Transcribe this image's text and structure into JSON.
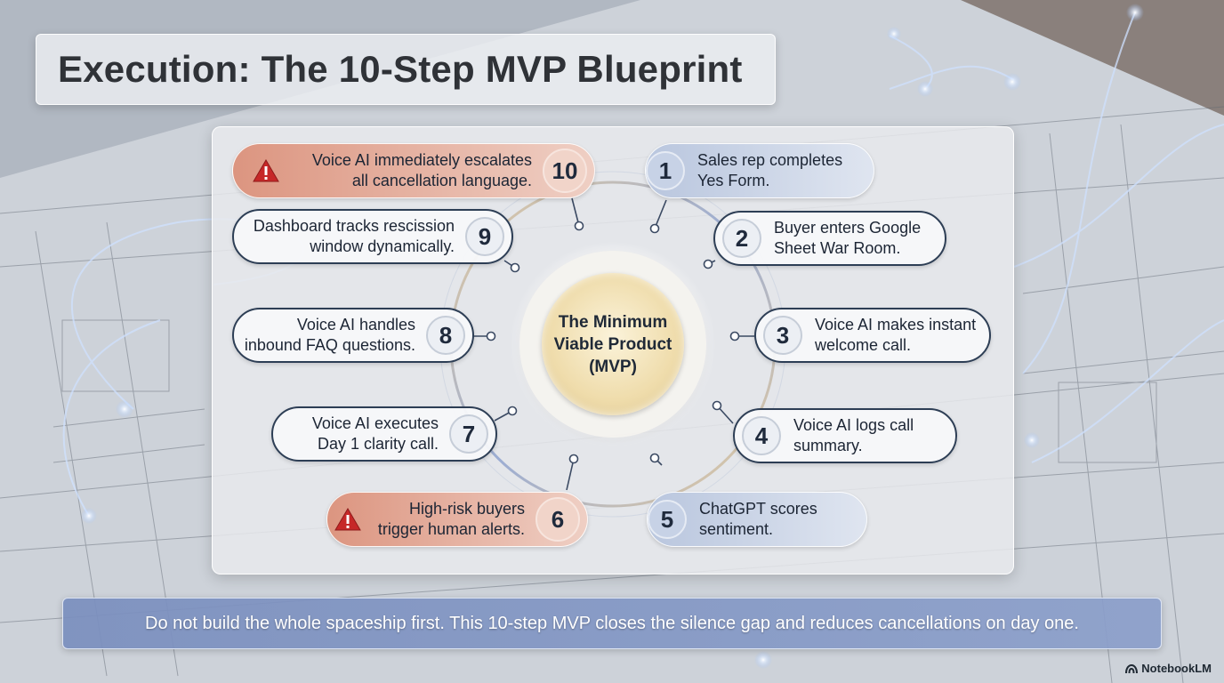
{
  "title": "Execution: The 10-Step MVP Blueprint",
  "hub": {
    "label": "The Minimum Viable Product (MVP)"
  },
  "steps": [
    {
      "number": "1",
      "text": "Sales rep completes Yes Form."
    },
    {
      "number": "2",
      "text": "Buyer enters Google Sheet War Room."
    },
    {
      "number": "3",
      "text": "Voice AI makes instant welcome call."
    },
    {
      "number": "4",
      "text": "Voice AI logs call summary."
    },
    {
      "number": "5",
      "text": "ChatGPT scores sentiment."
    },
    {
      "number": "6",
      "text": "High-risk buyers trigger human alerts."
    },
    {
      "number": "7",
      "text": "Voice AI executes Day 1 clarity call."
    },
    {
      "number": "8",
      "text": "Voice AI handles inbound FAQ questions."
    },
    {
      "number": "9",
      "text": "Dashboard tracks rescission window dynamically."
    },
    {
      "number": "10",
      "text": "Voice AI immediately escalates all cancellation language."
    }
  ],
  "caption": "Do not build the whole spaceship first. This 10-step MVP closes the silence gap and reduces cancellations on day one.",
  "brand": "NotebookLM",
  "colors": {
    "dark_border": "#2d3e55",
    "alert": "#dc9580",
    "blue": "#b9c6de",
    "hub": "#efdcab",
    "caption": "#7a8ebe"
  }
}
